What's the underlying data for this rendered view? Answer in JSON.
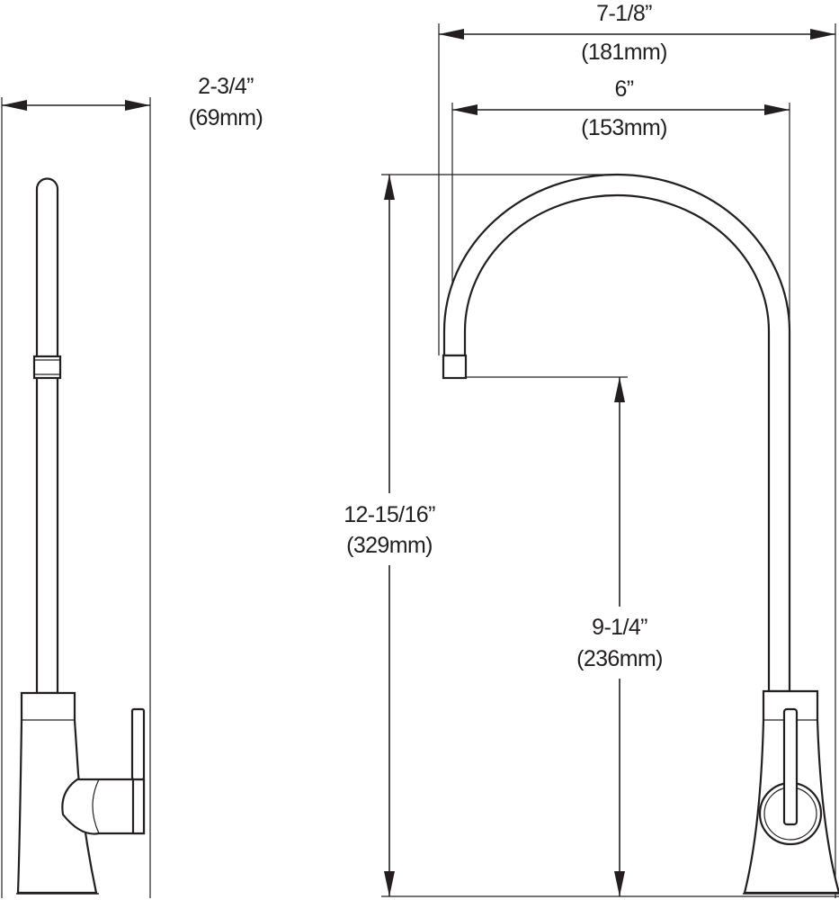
{
  "dimensions": {
    "side_width": {
      "imperial": "2-3/4”",
      "metric": "(69mm)"
    },
    "overall_reach": {
      "imperial": "7-1/8”",
      "metric": "(181mm)"
    },
    "spout_reach": {
      "imperial": "6”",
      "metric": "(153mm)"
    },
    "overall_height": {
      "imperial": "12-15/16”",
      "metric": "(329mm)"
    },
    "spout_clearance": {
      "imperial": "9-1/4”",
      "metric": "(236mm)"
    }
  }
}
